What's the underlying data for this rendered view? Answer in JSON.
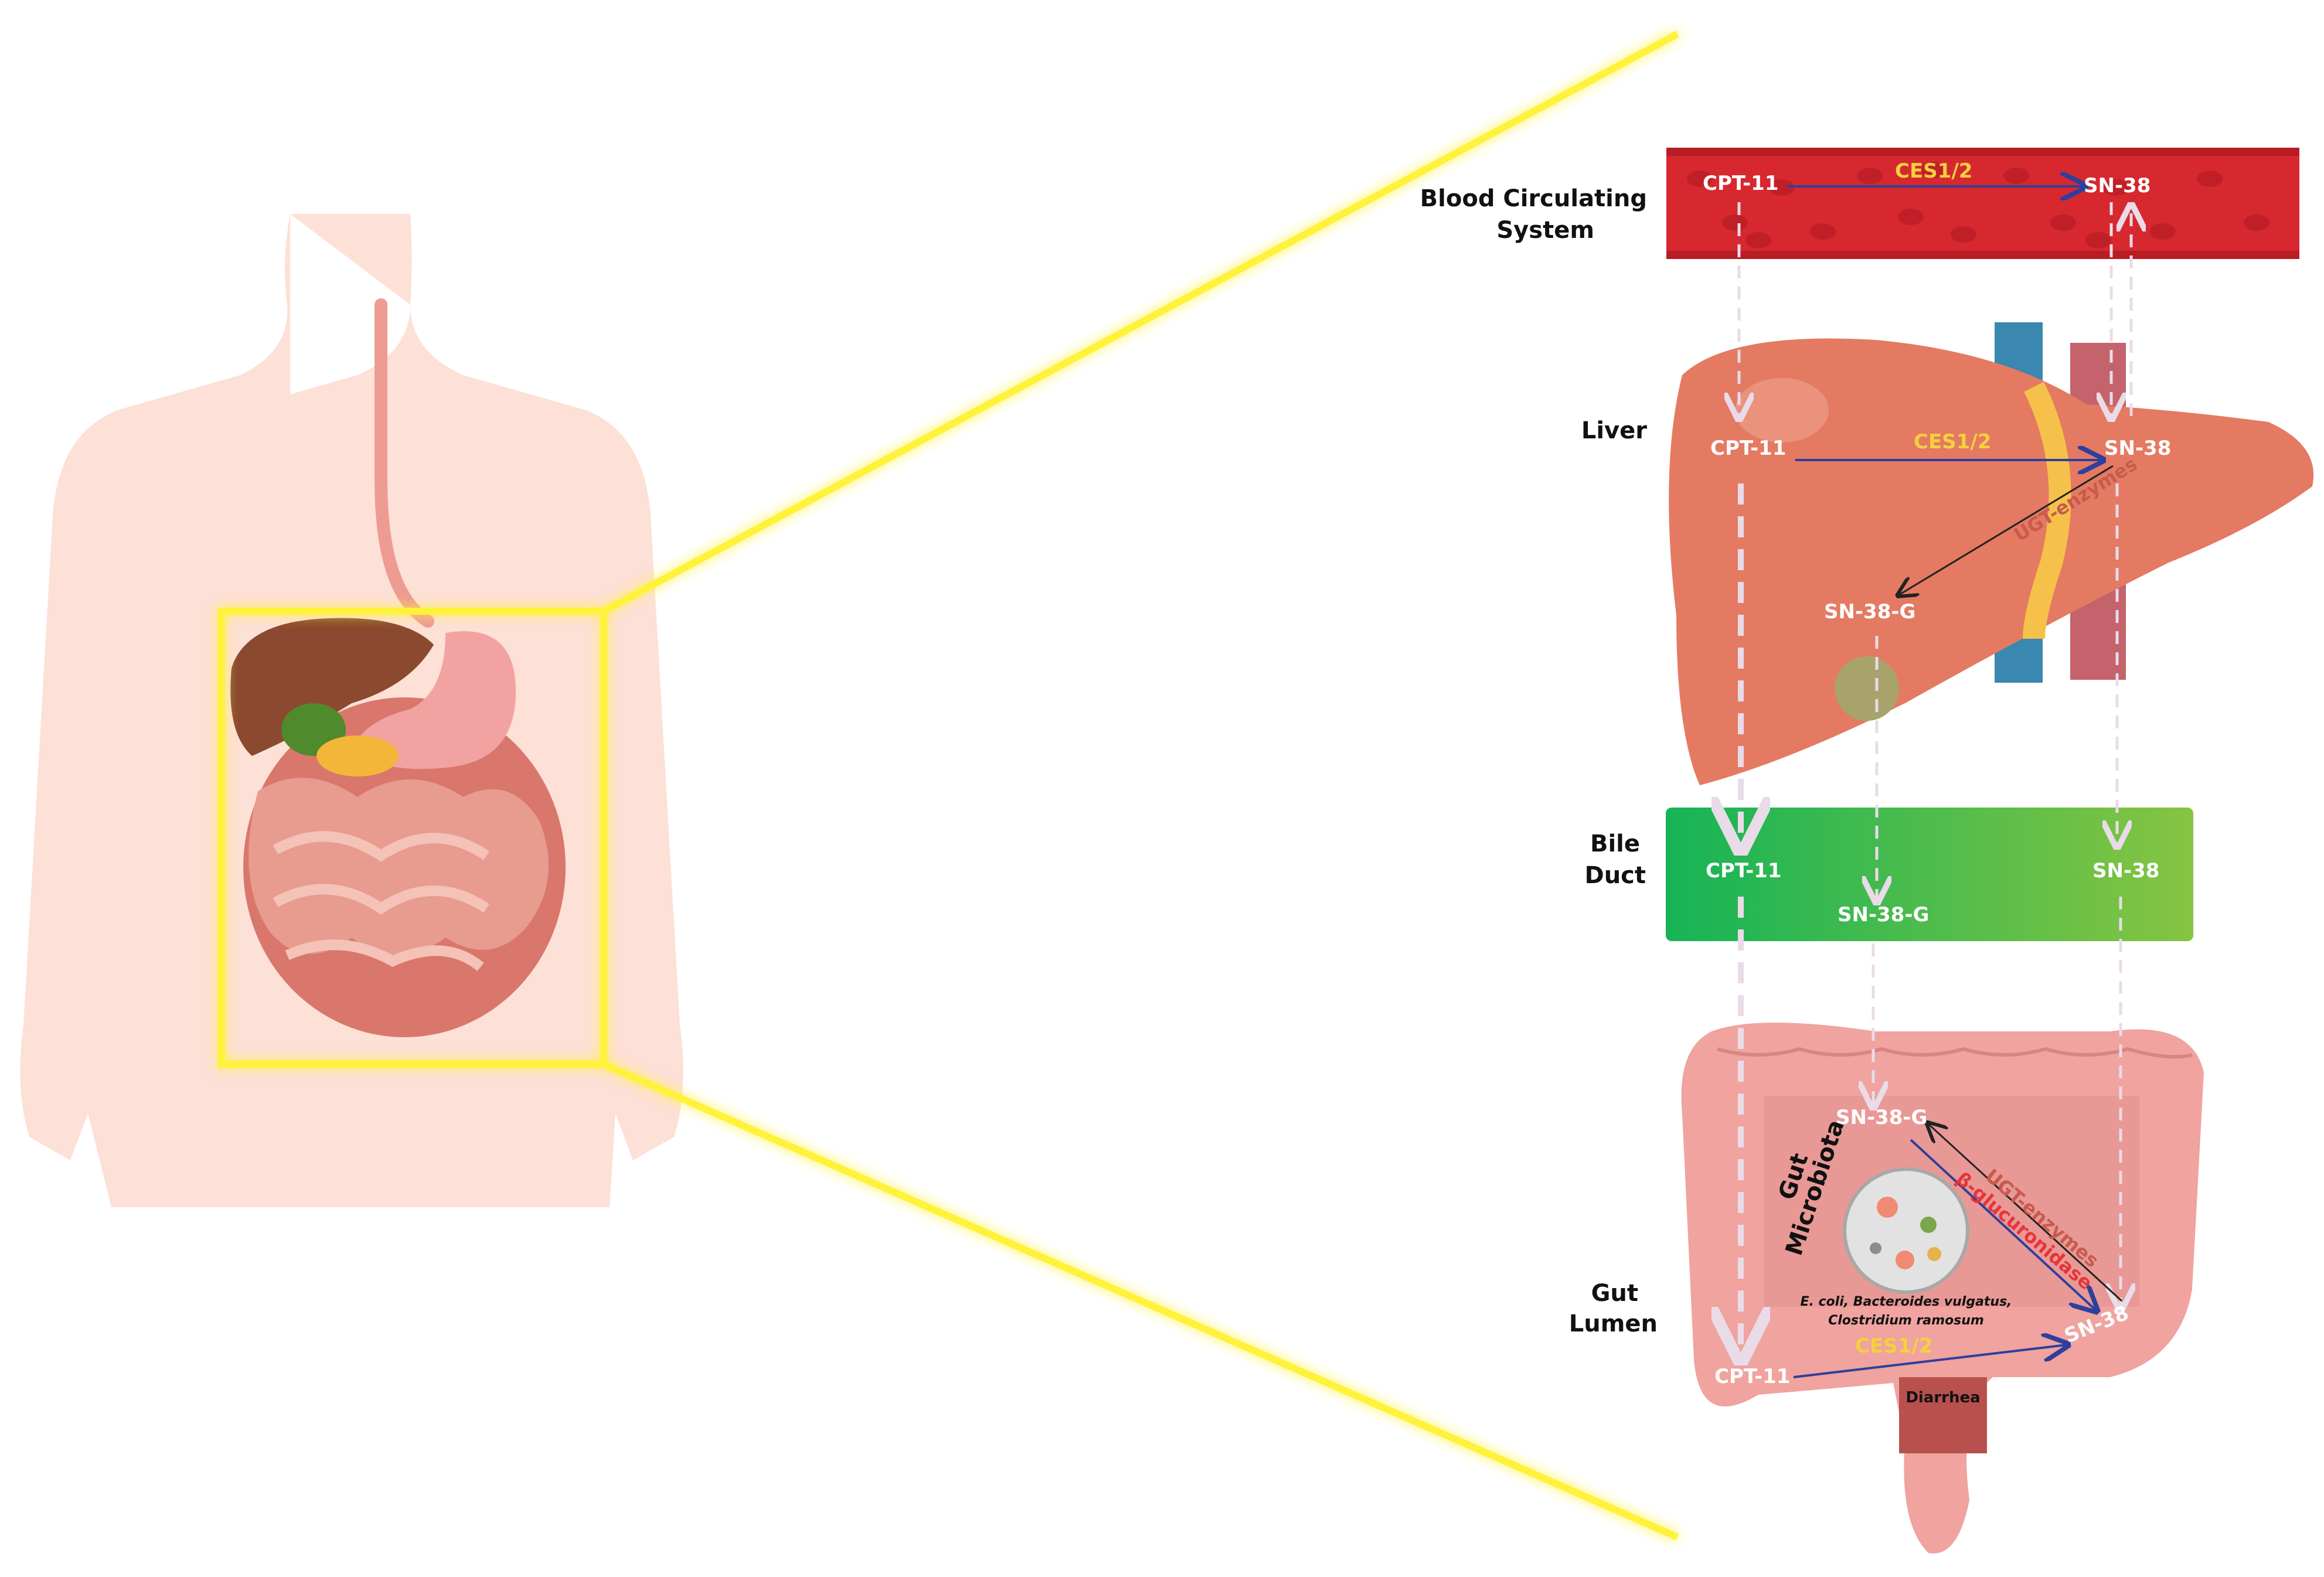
{
  "labels": {
    "blood": [
      "Blood Circulating",
      "System"
    ],
    "liver": "Liver",
    "bile": [
      "Bile",
      "Duct"
    ],
    "gut": [
      "Gut",
      "Lumen"
    ],
    "microbiota": [
      "Gut",
      "Microbiota"
    ]
  },
  "blood": {
    "cpt": "CPT-11",
    "enzyme": "CES1/2",
    "sn": "SN-38"
  },
  "liver": {
    "cpt": "CPT-11",
    "enzyme": "CES1/2",
    "sn": "SN-38",
    "ugt": "UGT-enzymes",
    "sng": "SN-38-G"
  },
  "bile": {
    "cpt": "CPT-11",
    "sng": "SN-38-G",
    "sn": "SN-38"
  },
  "gut": {
    "sng": "SN-38-G",
    "ugt": "UGT-enzymes",
    "gluc": "β-glucuronidase",
    "sn": "SN-38",
    "cpt": "CPT-11",
    "enzyme": "CES1/2",
    "species": [
      "E. coli, Bacteroides vulgatus,",
      "Clostridium ramosum"
    ],
    "diarrhea": "Diarrhea"
  },
  "colors": {
    "highlight": "#fff23a",
    "blood": "#d7282f",
    "bile_start": "#16b457",
    "bile_end": "#86c441",
    "liver": "#e47a62",
    "gut": "#f0a39f",
    "body": "#fde0d6"
  }
}
